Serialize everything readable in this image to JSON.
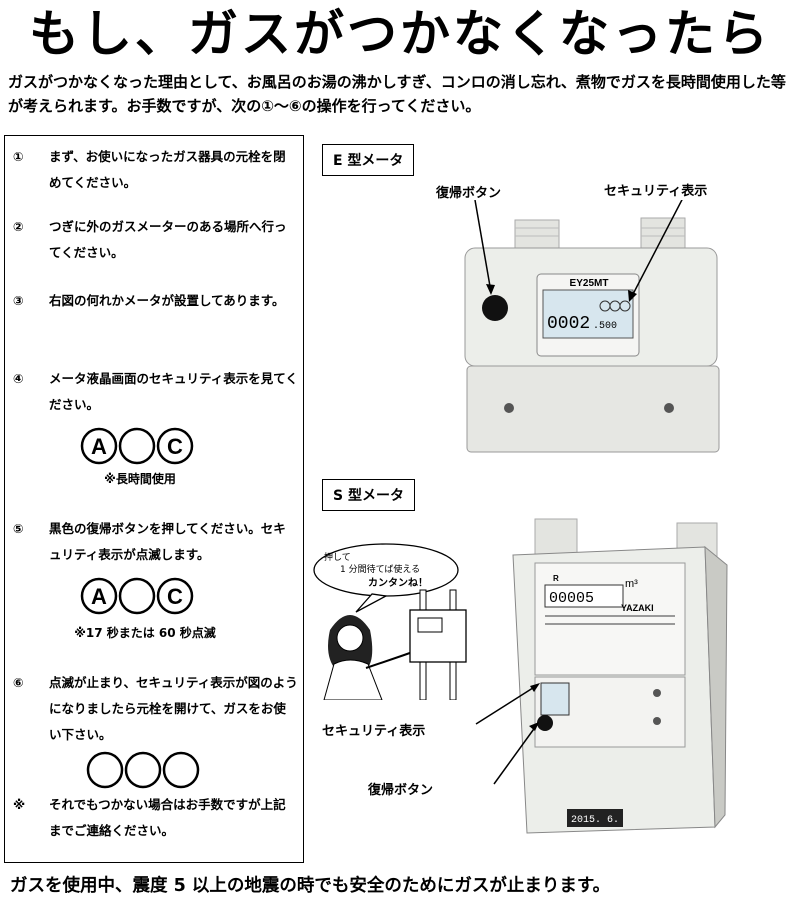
{
  "title": "もし、ガスがつかなくなったら",
  "intro": "ガスがつかなくなった理由として、お風呂のお湯の沸かしすぎ、コンロの消し忘れ、煮物でガスを長時間使用した等が考えられます。お手数ですが、次の①～⑥の操作を行ってください。",
  "steps": [
    {
      "num": "①",
      "text": "まず、お使いになったガス器具の元栓を閉めてください。"
    },
    {
      "num": "②",
      "text": "つぎに外のガスメーターのある場所へ行ってください。"
    },
    {
      "num": "③",
      "text": "右図の何れかメータが設置してあります。"
    },
    {
      "num": "④",
      "text": "メータ液晶画面のセキュリティ表示を見てください。"
    },
    {
      "num": "⑤",
      "text": "黒色の復帰ボタンを押してください。セキュリティ表示が点滅します。"
    },
    {
      "num": "⑥",
      "text": "点滅が止まり、セキュリティ表示が図のようになりましたら元栓を開けて、ガスをお使い下さい。"
    }
  ],
  "security_a": {
    "left": "A",
    "middle": "",
    "right": "C",
    "note": "※長時間使用"
  },
  "security_b": {
    "left": "A",
    "middle": "",
    "right": "C",
    "note": "※17 秒または 60 秒点滅"
  },
  "remark": {
    "mark": "※",
    "text": "それでもつかない場合はお手数ですが上記までご連絡ください。"
  },
  "e_meter": {
    "label": "E 型メータ",
    "reset_button": "復帰ボタン",
    "security_display": "セキュリティ表示",
    "model": "EY25MT",
    "reading_main": "0002",
    "reading_sub": ".500"
  },
  "s_meter": {
    "label": "S 型メータ",
    "security_display": "セキュリティ表示",
    "reset_button": "復帰ボタン",
    "reading": "00005",
    "unit": "m³",
    "brand": "YAZAKI",
    "date_plate": "2015. 6."
  },
  "illustration": {
    "bubble_line1": "押して",
    "bubble_line2": "1 分間待てば使える",
    "bubble_line3": "カンタンね！"
  },
  "footer": "ガスを使用中、震度 5 以上の地震の時でも安全のためにガスが止まります。",
  "colors": {
    "meter_body": "#e9eae6",
    "meter_shadow": "#c9cac5",
    "lcd": "#d7e6ee"
  }
}
